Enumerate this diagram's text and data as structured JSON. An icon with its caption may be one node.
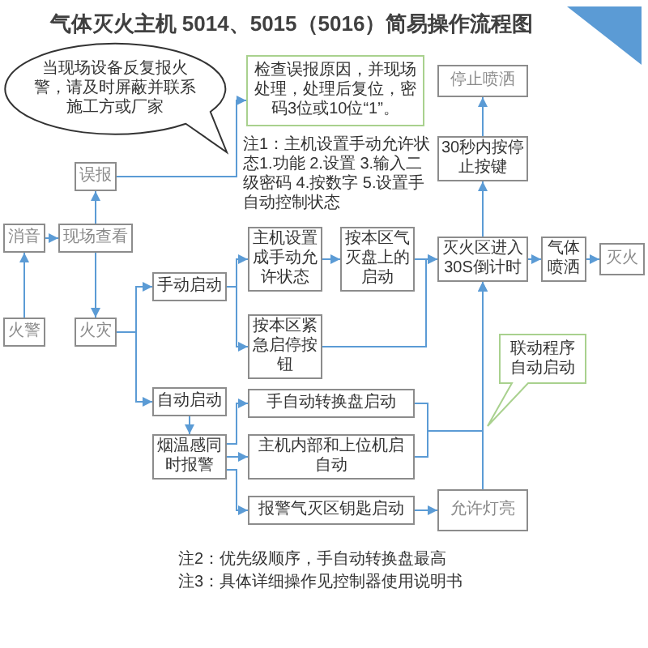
{
  "diagram": {
    "title": "气体灭火主机 5014、5015（5016）简易操作流程图",
    "nodes": [
      {
        "text": [
          "当现场设备反复报火警，请及时屏蔽并联系施工方或厂家"
        ]
      },
      {
        "text": [
          "检查误报原因，并现场处理，处理后复位，密码3位或10位“1”。"
        ]
      },
      {
        "text": [
          "停止喷洒"
        ]
      },
      {
        "text": [
          "误报"
        ]
      },
      {
        "text": [
          "30秒内按停止按键"
        ]
      },
      {
        "text": [
          "消音"
        ]
      },
      {
        "text": [
          "现场查看"
        ]
      },
      {
        "text": [
          "主机设置成手动允许状态"
        ]
      },
      {
        "text": [
          "按本区气灭盘上的启动"
        ]
      },
      {
        "text": [
          "灭火区进入30S倒计时"
        ]
      },
      {
        "text": [
          "气体喷洒"
        ]
      },
      {
        "text": [
          "灭火"
        ]
      },
      {
        "text": [
          "手动启动"
        ]
      },
      {
        "text": [
          "火警"
        ]
      },
      {
        "text": [
          "火灾"
        ]
      },
      {
        "text": [
          "按本区紧急启停按钮"
        ]
      },
      {
        "text": [
          "联动程序自动启动"
        ]
      },
      {
        "text": [
          "自动启动"
        ]
      },
      {
        "text": [
          "手自动转换盘启动"
        ]
      },
      {
        "text": [
          "烟温感同时报警"
        ]
      },
      {
        "text": [
          "主机内部和上位机启自动"
        ]
      },
      {
        "text": [
          "允许灯亮"
        ]
      },
      {
        "text": [
          "报警气灭区钥匙启动"
        ]
      }
    ],
    "edges": [
      {
        "from": 3,
        "to": 1,
        "arrow": "to"
      },
      {
        "from": 6,
        "to": 3,
        "arrow": "to"
      },
      {
        "from": 5,
        "to": 6,
        "arrow": "to"
      },
      {
        "from": 13,
        "to": 5,
        "arrow": "to"
      },
      {
        "from": 6,
        "to": 14,
        "arrow": "to"
      },
      {
        "from": 14,
        "to": 12,
        "arrow": "to"
      },
      {
        "from": 14,
        "to": 17,
        "arrow": "to"
      },
      {
        "from": 12,
        "to": 7,
        "arrow": "to"
      },
      {
        "from": 12,
        "to": 15,
        "arrow": "to"
      },
      {
        "from": 7,
        "to": 8,
        "arrow": "to"
      },
      {
        "from": 8,
        "to": 9,
        "arrow": "to"
      },
      {
        "from": 15,
        "to": 9,
        "arrow": "to"
      },
      {
        "from": 9,
        "to": 4,
        "arrow": "to"
      },
      {
        "from": 4,
        "to": 2,
        "arrow": "to"
      },
      {
        "from": 9,
        "to": 10,
        "arrow": "to"
      },
      {
        "from": 10,
        "to": 11,
        "arrow": "to"
      },
      {
        "from": 17,
        "to": 19,
        "arrow": "to"
      },
      {
        "from": 19,
        "to": 18,
        "arrow": "to"
      },
      {
        "from": 19,
        "to": 20,
        "arrow": "to"
      },
      {
        "from": 19,
        "to": 22,
        "arrow": "to"
      },
      {
        "from": 18,
        "to": 9,
        "arrow": "to"
      },
      {
        "from": 20,
        "to": 9,
        "arrow": "to"
      },
      {
        "from": 22,
        "to": 21,
        "arrow": "to"
      },
      {
        "from": 21,
        "to": 9,
        "arrow": "to"
      }
    ],
    "labels": [
      "注1：主机设置手动允许状态1.功能 2.设置 3.输入二级密码 4.按数字 5.设置手自动控制状态",
      "注2：优先级顺序，手自动转换盘最高",
      "注3：具体详细操作见控制器使用说明书"
    ]
  }
}
